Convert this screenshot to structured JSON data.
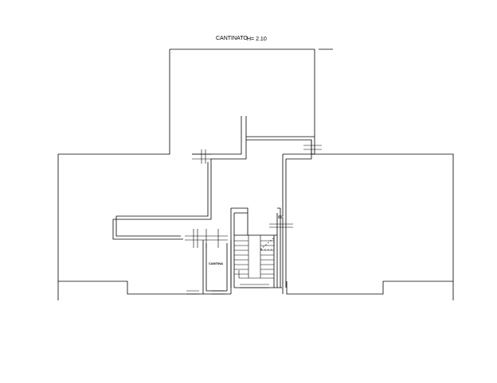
{
  "title": {
    "name": "CANTINATO",
    "height": "H= 2.10"
  },
  "rooms": {
    "cantina": "CANTINA"
  }
}
